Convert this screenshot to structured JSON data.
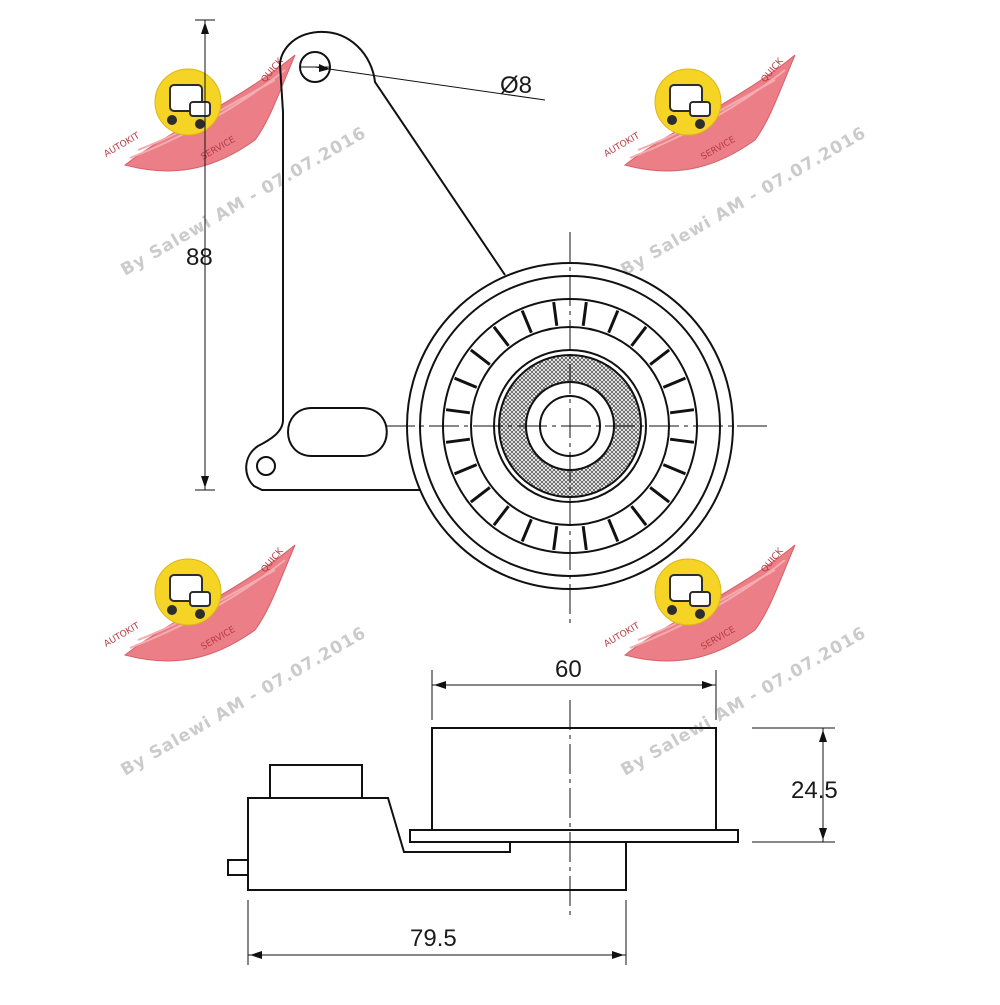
{
  "diagram": {
    "dimensions": {
      "bolt_hole_diameter": "Ø8",
      "overall_height": "88",
      "pulley_width": "60",
      "pulley_height": "24.5",
      "overall_length": "79.5"
    },
    "watermark": {
      "text": "By Salewi AM - 07.07.2016",
      "badge_top": "AUTOKIT",
      "badge_bottom": "SERVICE",
      "badge_side": "QUICK",
      "colors": {
        "wing": "#e8797f",
        "sun": "#f6d21a",
        "text": "#c9c9c9"
      }
    }
  }
}
